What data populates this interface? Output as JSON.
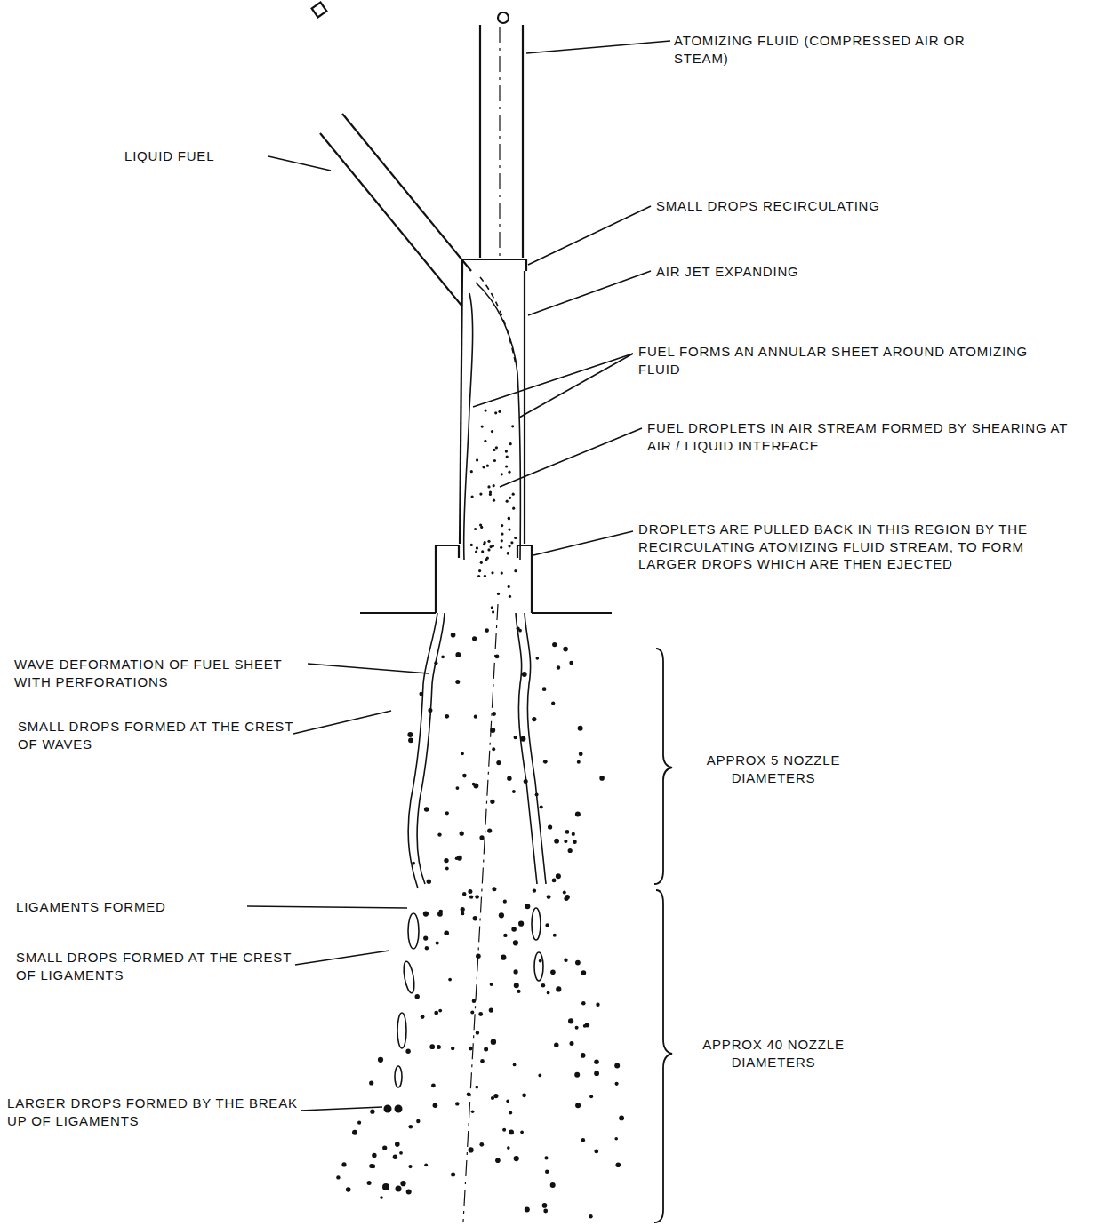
{
  "diagram": {
    "labels": [
      "LIQUID FUEL",
      "ATOMIZING FLUID (COMPRESSED AIR OR STEAM)",
      "SMALL DROPS RECIRCULATING",
      "AIR JET EXPANDING",
      "FUEL FORMS AN ANNULAR SHEET AROUND ATOMIZING FLUID",
      "FUEL DROPLETS IN AIR STREAM FORMED BY SHEARING AT AIR / LIQUID INTERFACE",
      "DROPLETS ARE PULLED BACK IN THIS REGION BY THE RECIRCULATING ATOMIZING FLUID STREAM, TO FORM LARGER DROPS WHICH ARE THEN EJECTED",
      "WAVE DEFORMATION OF FUEL SHEET WITH PERFORATIONS",
      "SMALL DROPS FORMED AT THE CREST OF WAVES",
      "LIGAMENTS FORMED",
      "SMALL DROPS FORMED AT THE CREST OF LIGAMENTS",
      "LARGER DROPS FORMED BY THE BREAK UP OF LIGAMENTS",
      "APPROX 5 NOZZLE DIAMETERS",
      "APPROX 40 NOZZLE DIAMETERS"
    ]
  }
}
